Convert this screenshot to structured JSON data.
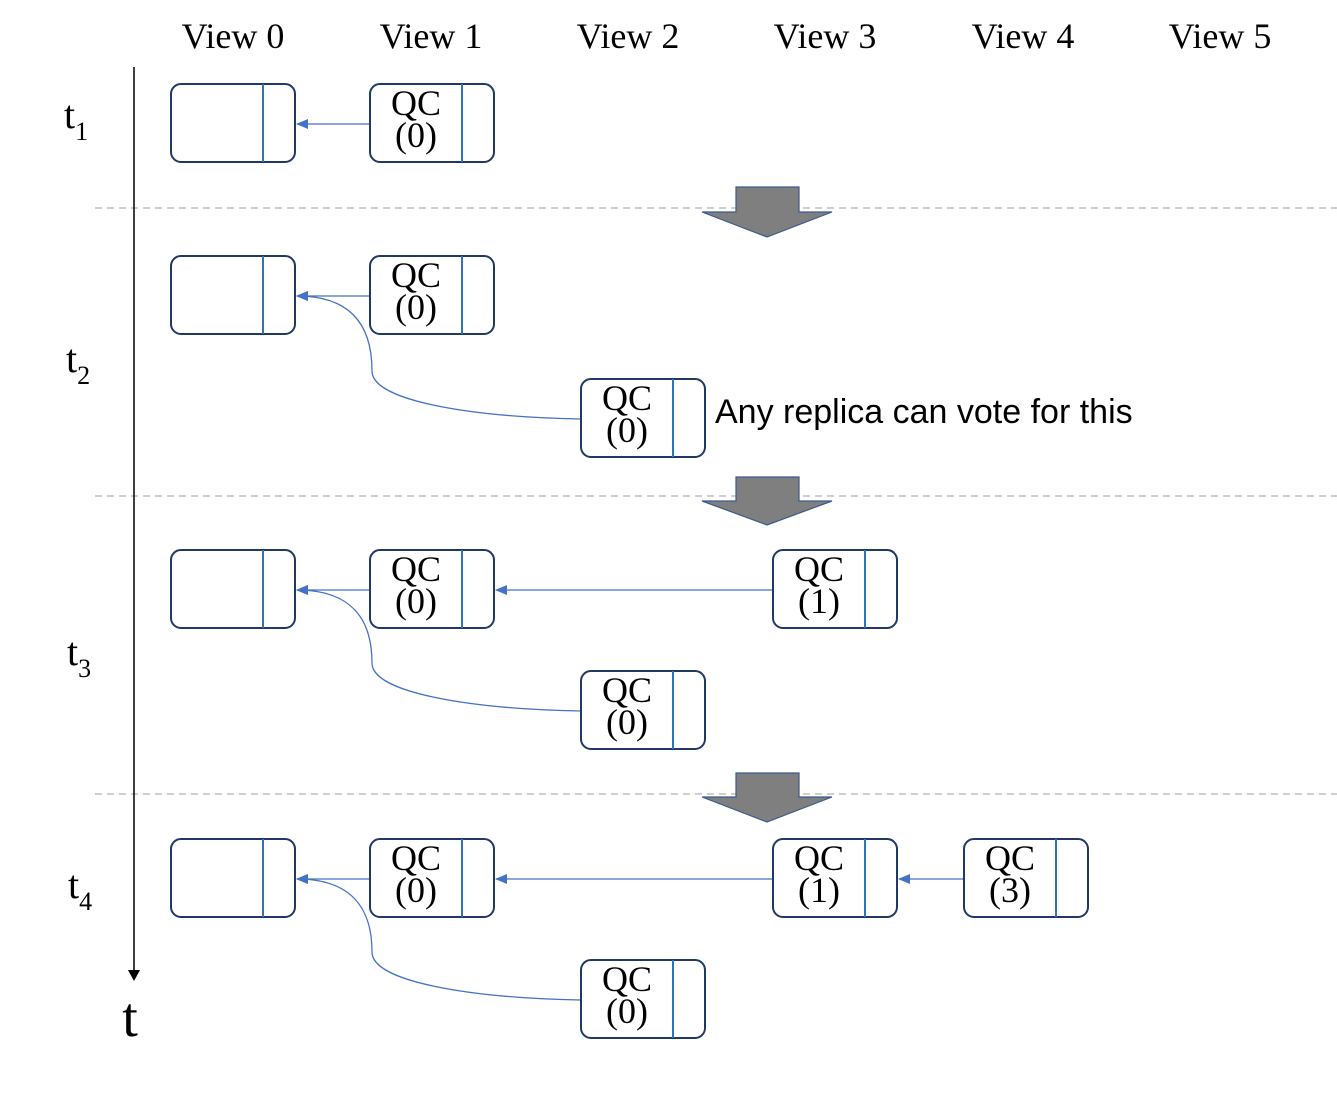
{
  "views": [
    "View 0",
    "View 1",
    "View 2",
    "View 3",
    "View 4",
    "View 5"
  ],
  "time_axis": {
    "label": "t",
    "steps": [
      {
        "base": "t",
        "sub": "1"
      },
      {
        "base": "t",
        "sub": "2"
      },
      {
        "base": "t",
        "sub": "3"
      },
      {
        "base": "t",
        "sub": "4"
      }
    ]
  },
  "block_qc_prefix": "QC",
  "blocks": [
    {
      "id": "t1-b0",
      "view": 0,
      "row": 0,
      "qc": ""
    },
    {
      "id": "t1-b1",
      "view": 1,
      "row": 0,
      "qc": "(0)"
    },
    {
      "id": "t2-b0",
      "view": 0,
      "row": 1,
      "qc": ""
    },
    {
      "id": "t2-b1",
      "view": 1,
      "row": 1,
      "qc": "(0)"
    },
    {
      "id": "t2-b2",
      "view": 2,
      "row": 1,
      "qc": "(0)"
    },
    {
      "id": "t3-b0",
      "view": 0,
      "row": 2,
      "qc": ""
    },
    {
      "id": "t3-b1",
      "view": 1,
      "row": 2,
      "qc": "(0)"
    },
    {
      "id": "t3-b3",
      "view": 3,
      "row": 2,
      "qc": "(1)"
    },
    {
      "id": "t3-b2",
      "view": 2,
      "row": 2,
      "qc": "(0)"
    },
    {
      "id": "t4-b0",
      "view": 0,
      "row": 3,
      "qc": ""
    },
    {
      "id": "t4-b1",
      "view": 1,
      "row": 3,
      "qc": "(0)"
    },
    {
      "id": "t4-b3",
      "view": 3,
      "row": 3,
      "qc": "(1)"
    },
    {
      "id": "t4-b4",
      "view": 4,
      "row": 3,
      "qc": "(3)"
    },
    {
      "id": "t4-b2",
      "view": 2,
      "row": 3,
      "qc": "(0)"
    }
  ],
  "links": [
    {
      "from": "t1-b1",
      "to": "t1-b0"
    },
    {
      "from": "t2-b1",
      "to": "t2-b0"
    },
    {
      "from": "t2-b2",
      "to": "t2-b0"
    },
    {
      "from": "t3-b1",
      "to": "t3-b0"
    },
    {
      "from": "t3-b3",
      "to": "t3-b1"
    },
    {
      "from": "t3-b2",
      "to": "t3-b0"
    },
    {
      "from": "t4-b1",
      "to": "t4-b0"
    },
    {
      "from": "t4-b3",
      "to": "t4-b1"
    },
    {
      "from": "t4-b4",
      "to": "t4-b3"
    },
    {
      "from": "t4-b2",
      "to": "t4-b0"
    }
  ],
  "annotation": "Any replica can vote for this",
  "colors": {
    "block_border": "#1f3864",
    "divider": "#2e75b6",
    "edge": "#4472c4",
    "transition_arrow": "#7f7f7f",
    "separator": "#bfbfbf"
  }
}
